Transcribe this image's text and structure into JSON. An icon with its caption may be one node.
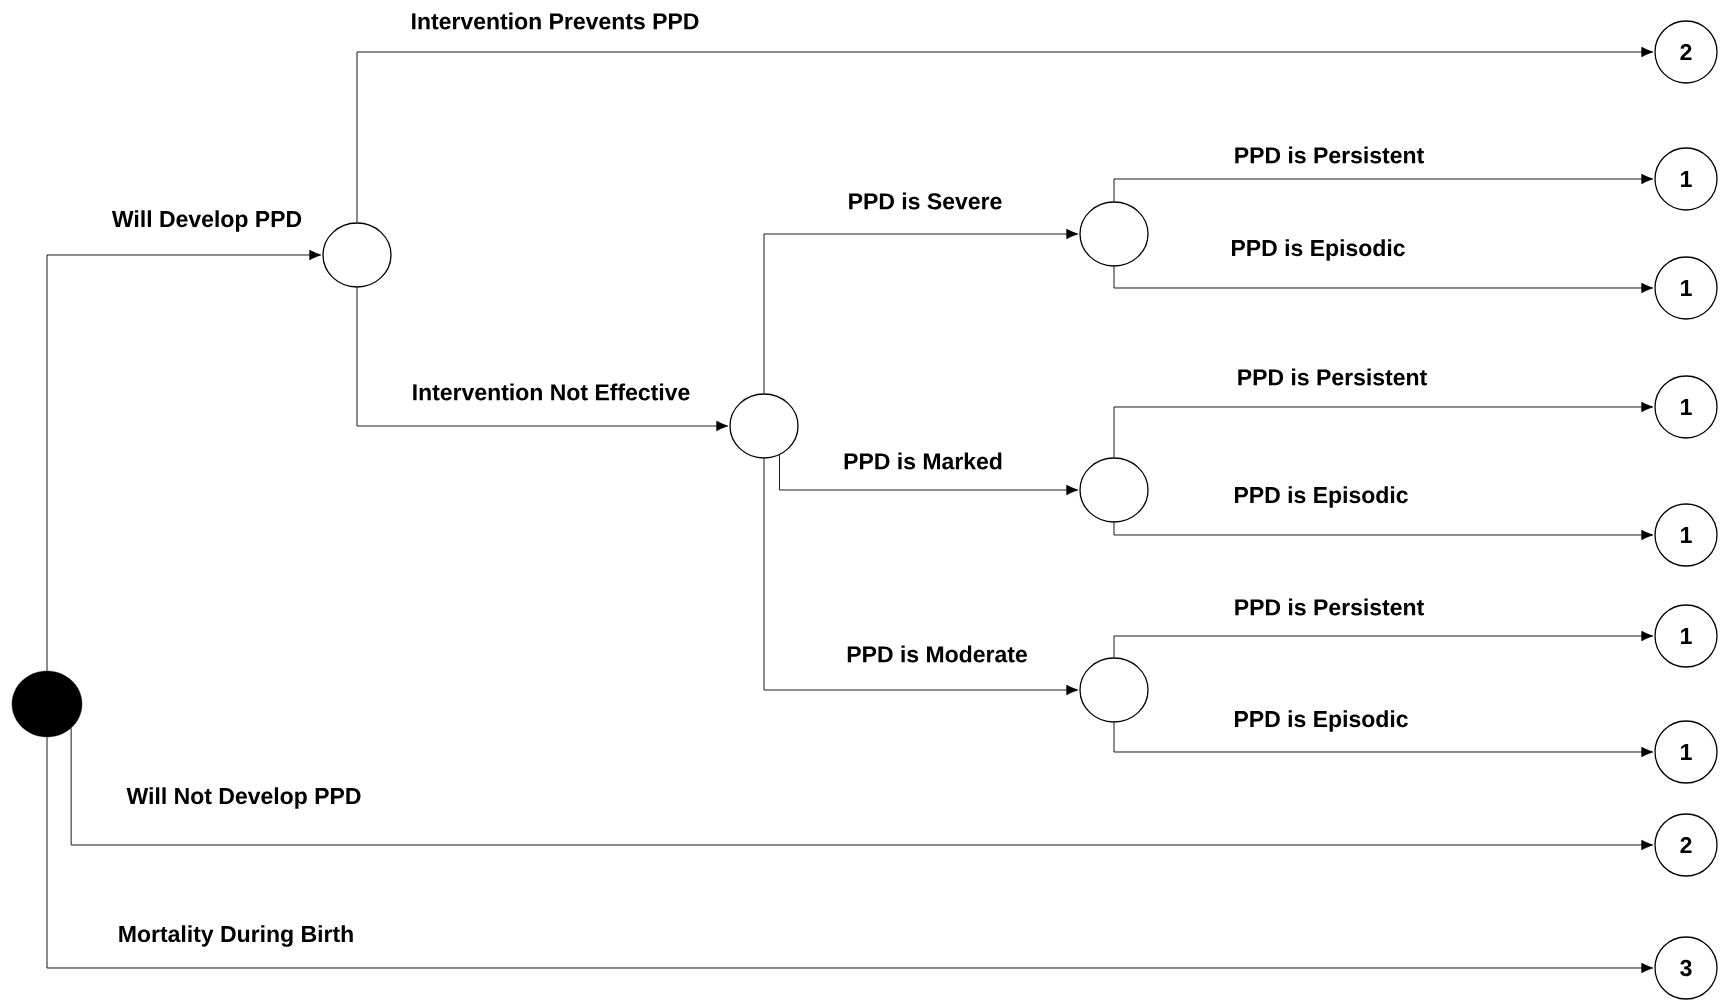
{
  "diagram": {
    "nodes": [
      {
        "text": [],
        "shape": "circle"
      },
      {
        "text": [],
        "shape": "circle"
      },
      {
        "text": [],
        "shape": "circle"
      },
      {
        "text": [],
        "shape": "circle"
      },
      {
        "text": [],
        "shape": "circle"
      },
      {
        "text": [],
        "shape": "circle"
      },
      {
        "text": [
          "2"
        ]
      },
      {
        "text": [
          "1"
        ]
      },
      {
        "text": [
          "1"
        ]
      },
      {
        "text": [
          "1"
        ]
      },
      {
        "text": [
          "1"
        ]
      },
      {
        "text": [
          "1"
        ]
      },
      {
        "text": [
          "1"
        ]
      },
      {
        "text": [
          "2"
        ]
      },
      {
        "text": [
          "3"
        ]
      }
    ],
    "edges": [
      {
        "from": 0,
        "to": 1,
        "arrow": "to",
        "label": "Will Develop PPD"
      },
      {
        "from": 1,
        "to": 6,
        "arrow": "to",
        "label": "Intervention Prevents PPD"
      },
      {
        "from": 1,
        "to": 2,
        "arrow": "to",
        "label": "Intervention Not Effective"
      },
      {
        "from": 2,
        "to": 3,
        "arrow": "to",
        "label": "PPD is Severe"
      },
      {
        "from": 2,
        "to": 4,
        "arrow": "to",
        "label": "PPD is Marked"
      },
      {
        "from": 2,
        "to": 5,
        "arrow": "to",
        "label": "PPD is Moderate"
      },
      {
        "from": 3,
        "to": 7,
        "arrow": "to",
        "label": "PPD is Persistent"
      },
      {
        "from": 3,
        "to": 8,
        "arrow": "to",
        "label": "PPD is Episodic"
      },
      {
        "from": 4,
        "to": 9,
        "arrow": "to",
        "label": "PPD is Persistent"
      },
      {
        "from": 4,
        "to": 10,
        "arrow": "to",
        "label": "PPD is Episodic"
      },
      {
        "from": 5,
        "to": 11,
        "arrow": "to",
        "label": "PPD is Persistent"
      },
      {
        "from": 5,
        "to": 12,
        "arrow": "to",
        "label": "PPD is Episodic"
      },
      {
        "from": 0,
        "to": 13,
        "arrow": "to",
        "label": "Will Not Develop PPD"
      },
      {
        "from": 0,
        "to": 14,
        "arrow": "to",
        "label": "Mortality During Birth"
      }
    ]
  }
}
